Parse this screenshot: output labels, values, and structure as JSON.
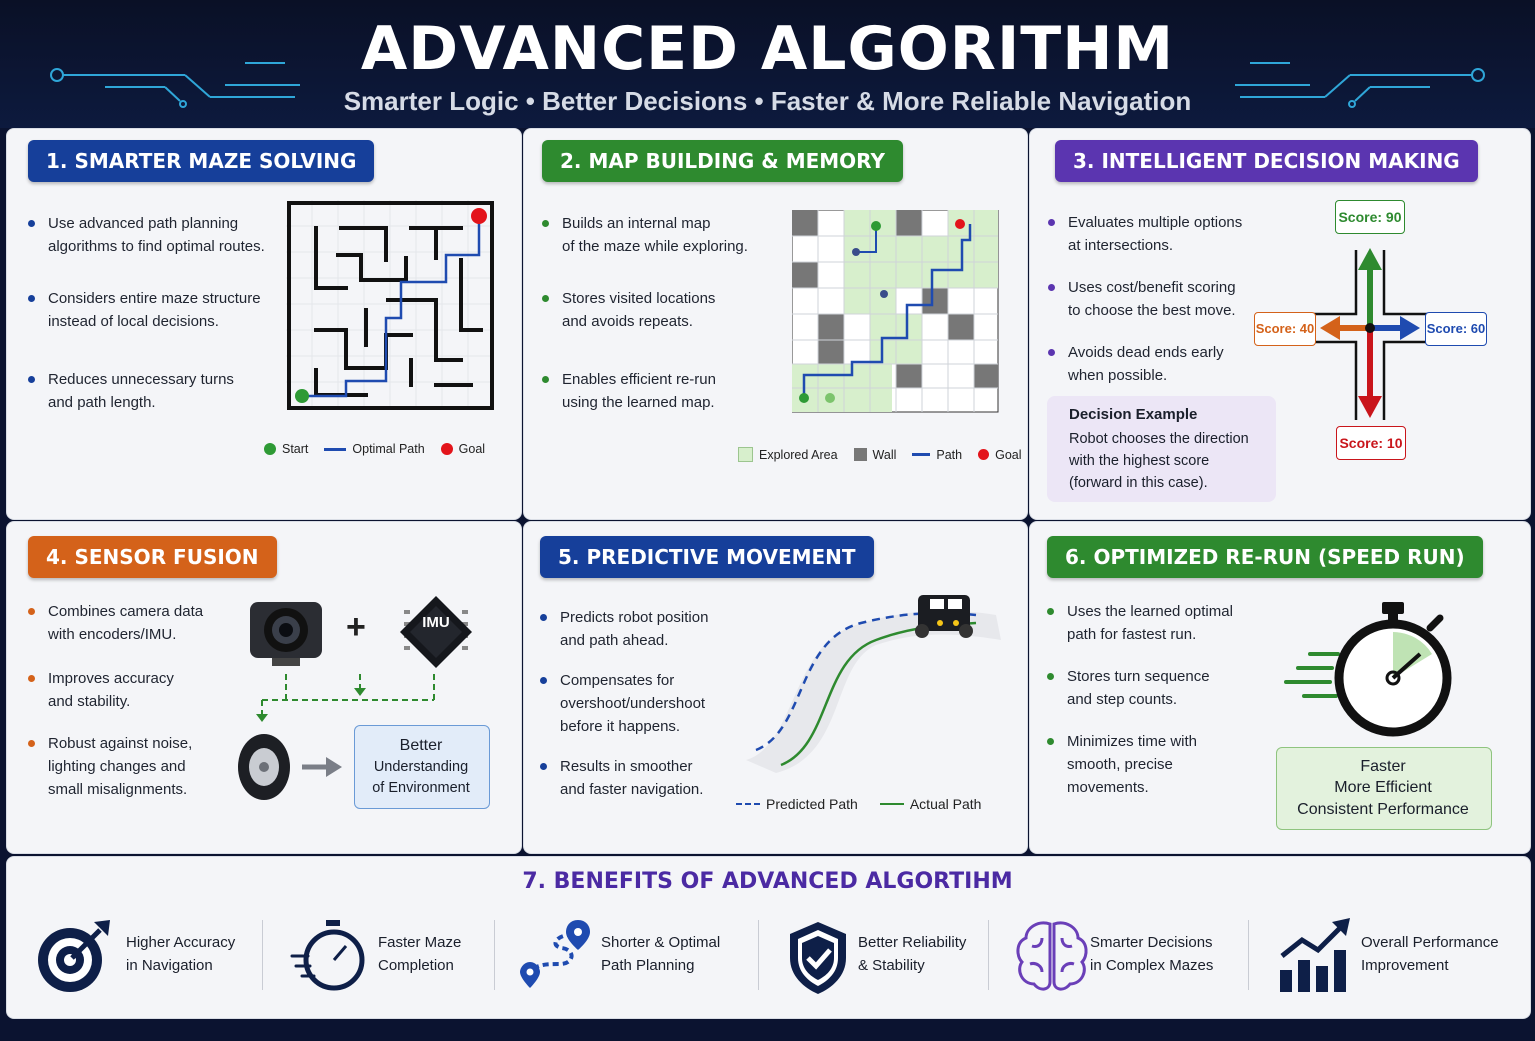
{
  "header": {
    "title": "ADVANCED ALGORITHM",
    "subtitle": "Smarter Logic • Better Decisions • Faster & More Reliable Navigation"
  },
  "sections": [
    {
      "badge": "1. SMARTER MAZE SOLVING",
      "color": "#163f9a",
      "bullets": [
        "Use advanced path planning\nalgorithms to find optimal routes.",
        "Considers entire maze structure\ninstead of local decisions.",
        "Reduces unnecessary turns\nand path length."
      ],
      "legend": [
        "Start",
        "Optimal Path",
        "Goal"
      ]
    },
    {
      "badge": "2. MAP BUILDING & MEMORY",
      "color": "#2e8a2f",
      "bullets": [
        "Builds an internal map\nof the maze while exploring.",
        "Stores visited locations\nand avoids repeats.",
        "Enables efficient re-run\nusing the learned map."
      ],
      "legend": [
        "Explored Area",
        "Wall",
        "Path",
        "Goal"
      ]
    },
    {
      "badge": "3. INTELLIGENT DECISION MAKING",
      "color": "#5b35b0",
      "bullets": [
        "Evaluates multiple options\nat intersections.",
        "Uses cost/benefit scoring\nto choose the best move.",
        "Avoids dead ends early\nwhen possible."
      ],
      "scores": {
        "up": "Score: 90",
        "left": "Score: 40",
        "right": "Score: 60",
        "down": "Score: 10"
      },
      "example_title": "Decision Example",
      "example_text": "Robot chooses the direction\nwith the highest score\n(forward in this case)."
    },
    {
      "badge": "4. SENSOR FUSION",
      "color": "#d4621a",
      "bullets": [
        "Combines camera data\nwith encoders/IMU.",
        "Improves accuracy\nand stability.",
        "Robust against noise,\nlighting changes and\nsmall misalignments."
      ],
      "chip_label": "IMU",
      "plus": "+",
      "result_bold": "Better",
      "result_text": "Understanding\nof Environment"
    },
    {
      "badge": "5. PREDICTIVE MOVEMENT",
      "color": "#163f9a",
      "bullets": [
        "Predicts robot position\nand path ahead.",
        "Compensates for\novershoot/undershoot\nbefore it happens.",
        "Results in smoother\nand faster navigation."
      ],
      "legend": [
        "Predicted Path",
        "Actual Path"
      ]
    },
    {
      "badge": "6. OPTIMIZED RE-RUN (SPEED RUN)",
      "color": "#2e8a2f",
      "bullets": [
        "Uses the learned optimal\npath for fastest run.",
        "Stores turn sequence\nand step counts.",
        "Minimizes time with\nsmooth, precise\nmovements."
      ],
      "result_lines": [
        "Faster",
        "More Efficient",
        "Consistent Performance"
      ]
    }
  ],
  "benefits": {
    "title": "7. BENEFITS OF ADVANCED ALGORTIHM",
    "items": [
      {
        "label": "Higher Accuracy\nin Navigation",
        "icon": "target-icon"
      },
      {
        "label": "Faster Maze\nCompletion",
        "icon": "stopwatch-icon"
      },
      {
        "label": "Shorter & Optimal\nPath Planning",
        "icon": "route-icon"
      },
      {
        "label": "Better Reliability\n& Stability",
        "icon": "shield-check-icon"
      },
      {
        "label": "Smarter Decisions\nin Complex Mazes",
        "icon": "brain-icon"
      },
      {
        "label": "Overall Performance\nImprovement",
        "icon": "growth-chart-icon"
      }
    ]
  },
  "colors": {
    "blue": "#163f9a",
    "green": "#2e8a2f",
    "purple": "#5b35b0",
    "orange": "#d4621a",
    "goal_red": "#e3141b",
    "start_green": "#2e9a35"
  }
}
